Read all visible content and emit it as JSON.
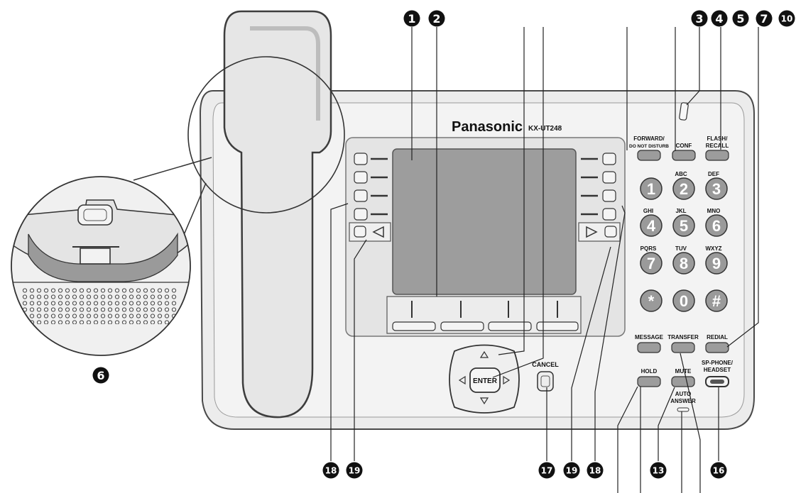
{
  "brand": {
    "name": "Panasonic",
    "model": "KX-UT248"
  },
  "buttons": {
    "forward": [
      "FORWARD/",
      "DO NOT DISTURB"
    ],
    "conf": "CONF",
    "flash": [
      "FLASH/",
      "RECALL"
    ],
    "message": "MESSAGE",
    "transfer": "TRANSFER",
    "redial": "REDIAL",
    "hold": "HOLD",
    "mute": "MUTE",
    "auto_answer": [
      "AUTO",
      "ANSWER"
    ],
    "sp_phone": [
      "SP-PHONE/",
      "HEADSET"
    ],
    "cancel": "CANCEL",
    "enter": "ENTER"
  },
  "keypad": [
    {
      "digit": "1",
      "letters": ""
    },
    {
      "digit": "2",
      "letters": "ABC"
    },
    {
      "digit": "3",
      "letters": "DEF"
    },
    {
      "digit": "4",
      "letters": "GHI"
    },
    {
      "digit": "5",
      "letters": "JKL"
    },
    {
      "digit": "6",
      "letters": "MNO"
    },
    {
      "digit": "7",
      "letters": "PQRS"
    },
    {
      "digit": "8",
      "letters": "TUV"
    },
    {
      "digit": "9",
      "letters": "WXYZ"
    },
    {
      "digit": "*",
      "letters": ""
    },
    {
      "digit": "0",
      "letters": ""
    },
    {
      "digit": "#",
      "letters": ""
    }
  ],
  "callouts_top": [
    "1",
    "2",
    "3",
    "4",
    "5",
    "7",
    "10"
  ],
  "callouts_left": [
    "6"
  ],
  "callouts_bottom": [
    "18",
    "19",
    "17",
    "19",
    "18",
    "13",
    "16"
  ]
}
